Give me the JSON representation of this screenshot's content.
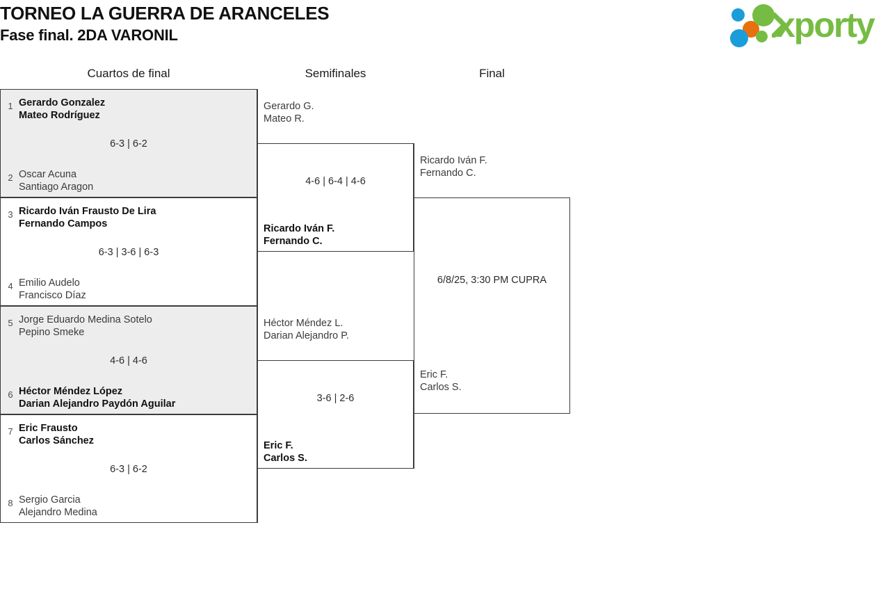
{
  "header": {
    "title_line_1": "TORNEO LA GUERRA DE ARANCELES",
    "title_line_2": "Fase final. 2DA VARONIL",
    "logo_text": "xporty",
    "brand_colors": {
      "green": "#76bc43",
      "orange": "#e8700f",
      "blue": "#1b9dd9"
    }
  },
  "rounds": {
    "quarterfinals_label": "Cuartos de final",
    "semifinals_label": "Semifinales",
    "final_label": "Final"
  },
  "quarterfinals": [
    {
      "top": {
        "seed": "1",
        "player1": "Gerardo Gonzalez",
        "player2": "Mateo Rodríguez",
        "winner": true
      },
      "bottom": {
        "seed": "2",
        "player1": "Oscar Acuna",
        "player2": "Santiago Aragon",
        "winner": false
      },
      "score": "6-3 | 6-2",
      "shaded": true
    },
    {
      "top": {
        "seed": "3",
        "player1": "Ricardo Iván Frausto De Lira",
        "player2": "Fernando Campos",
        "winner": true
      },
      "bottom": {
        "seed": "4",
        "player1": "Emilio Audelo",
        "player2": "Francisco Díaz",
        "winner": false
      },
      "score": "6-3 | 3-6 | 6-3",
      "shaded": false
    },
    {
      "top": {
        "seed": "5",
        "player1": "Jorge Eduardo Medina Sotelo",
        "player2": "Pepino Smeke",
        "winner": false
      },
      "bottom": {
        "seed": "6",
        "player1": "Héctor Méndez López",
        "player2": "Darian Alejandro Paydón Aguilar",
        "winner": true
      },
      "score": "4-6 | 4-6",
      "shaded": true
    },
    {
      "top": {
        "seed": "7",
        "player1": "Eric Frausto",
        "player2": "Carlos Sánchez",
        "winner": true
      },
      "bottom": {
        "seed": "8",
        "player1": "Sergio Garcia",
        "player2": "Alejandro Medina",
        "winner": false
      },
      "score": "6-3 | 6-2",
      "shaded": false
    }
  ],
  "semifinals": [
    {
      "top": {
        "player1": "Gerardo G.",
        "player2": "Mateo R.",
        "winner": false
      },
      "bottom": {
        "player1": "Ricardo Iván F.",
        "player2": "Fernando C.",
        "winner": true
      },
      "score": "4-6 | 6-4 | 4-6"
    },
    {
      "top": {
        "player1": "Héctor Méndez L.",
        "player2": "Darian Alejandro P.",
        "winner": false
      },
      "bottom": {
        "player1": "Eric F.",
        "player2": "Carlos S.",
        "winner": true
      },
      "score": "3-6 | 2-6"
    }
  ],
  "final": {
    "top": {
      "player1": "Ricardo Iván F.",
      "player2": "Fernando C.",
      "winner": false
    },
    "bottom": {
      "player1": "Eric F.",
      "player2": "Carlos S.",
      "winner": false
    },
    "score": "6/8/25, 3:30 PM CUPRA"
  }
}
